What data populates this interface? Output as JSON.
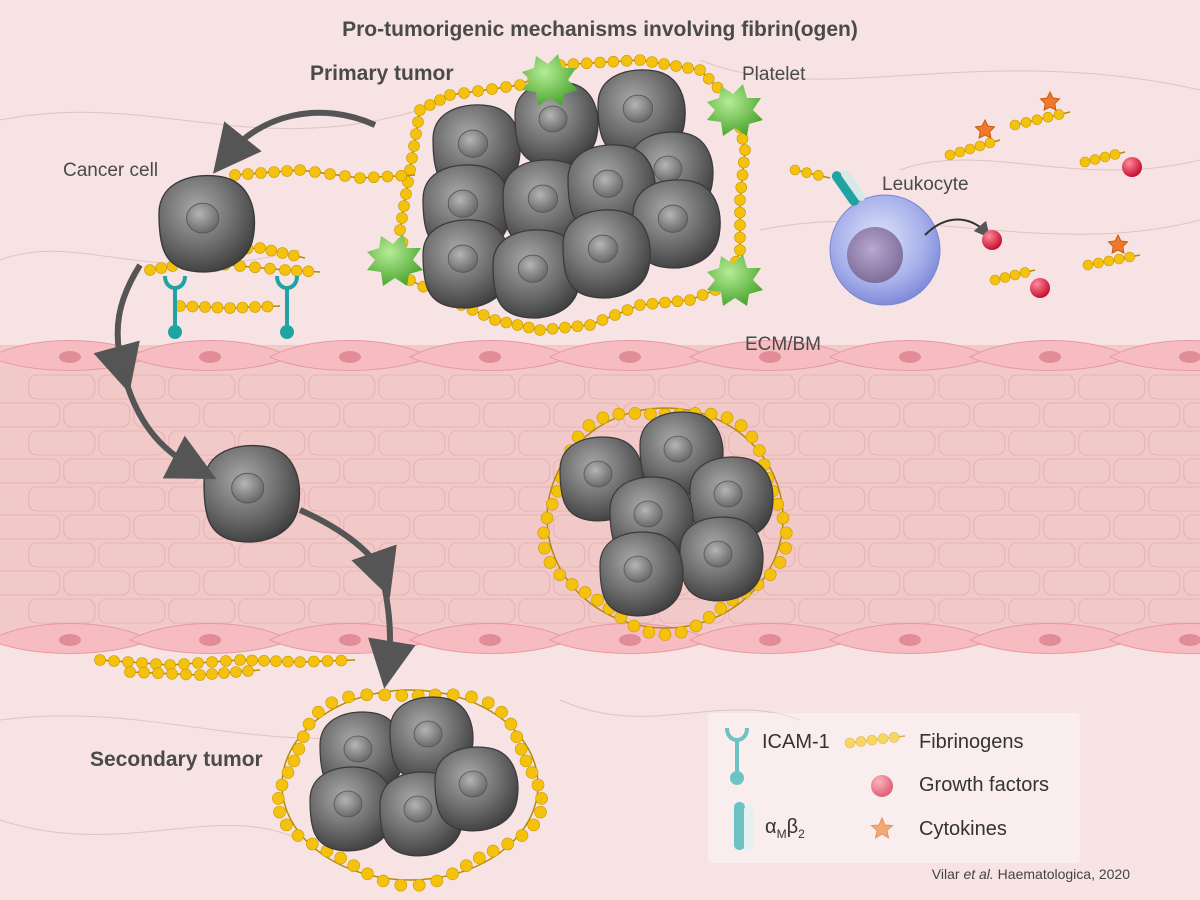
{
  "title": "Pro-tumorigenic mechanisms involving fibrin(ogen)",
  "labels": {
    "primary_tumor": "Primary tumor",
    "platelet": "Platelet",
    "cancer_cell": "Cancer cell",
    "leukocyte": "Leukocyte",
    "ecm_bm": "ECM/BM",
    "secondary_tumor": "Secondary tumor"
  },
  "legend": {
    "icam": "ICAM-1",
    "fibrinogens": "Fibrinogens",
    "alpha": "α",
    "alpha_sub": "M",
    "beta": "β",
    "beta_sub": "2",
    "growth_factors": "Growth factors",
    "cytokines": "Cytokines"
  },
  "citation": {
    "author": "Vilar ",
    "etal": "et al.",
    "journal": " Haematologica, 2020"
  },
  "colors": {
    "background": "#f7e3e3",
    "vessel": "#f2c6c6",
    "endothelial": "#f4b8be",
    "cancer_cell": "#6d6d6d",
    "fibrinogen_bead": "#f4c20d",
    "fibrinogen_line": "#b78a00",
    "platelet": "#6dc24b",
    "leukocyte": "#9fa9e6",
    "growth_factor": "#e8183a",
    "cytokine": "#f07a2a",
    "icam": "#1fa3a3",
    "arrow": "#555555"
  }
}
